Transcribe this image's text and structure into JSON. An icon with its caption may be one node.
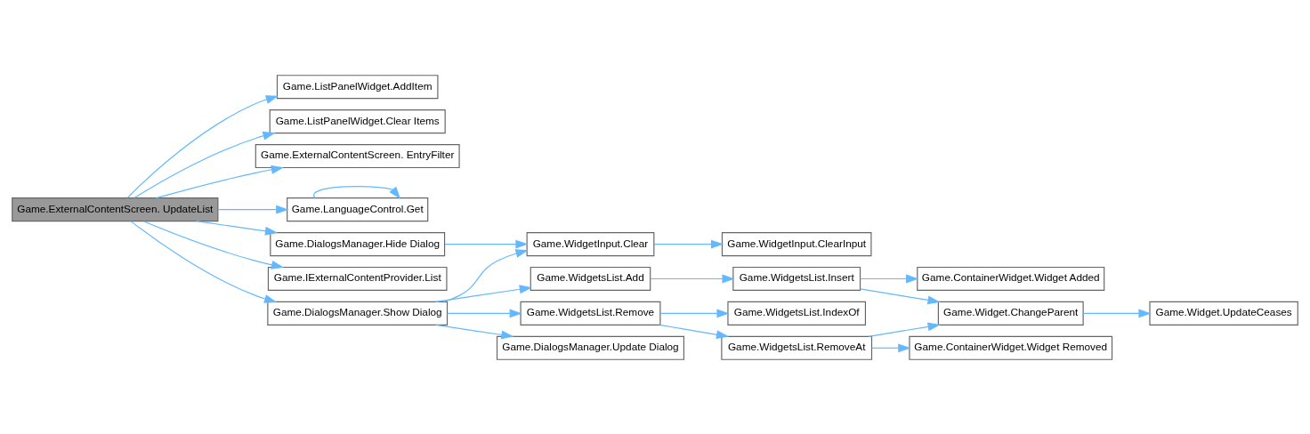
{
  "diagram": {
    "nodes": [
      {
        "text": [
          "Game.ExternalContentScreen. UpdateList"
        ]
      },
      {
        "text": [
          "Game.ListPanelWidget.AddItem"
        ]
      },
      {
        "text": [
          "Game.ListPanelWidget.Clear Items"
        ]
      },
      {
        "text": [
          "Game.ExternalContentScreen. EntryFilter"
        ]
      },
      {
        "text": [
          "Game.LanguageControl.Get"
        ]
      },
      {
        "text": [
          "Game.DialogsManager.Hide Dialog"
        ]
      },
      {
        "text": [
          "Game.IExternalContentProvider.List"
        ]
      },
      {
        "text": [
          "Game.DialogsManager.Show Dialog"
        ]
      },
      {
        "text": [
          "Game.WidgetInput.Clear"
        ]
      },
      {
        "text": [
          "Game.WidgetInput.ClearInput"
        ]
      },
      {
        "text": [
          "Game.WidgetsList.Add"
        ]
      },
      {
        "text": [
          "Game.WidgetsList.Remove"
        ]
      },
      {
        "text": [
          "Game.DialogsManager.Update Dialog"
        ]
      },
      {
        "text": [
          "Game.WidgetsList.Insert"
        ]
      },
      {
        "text": [
          "Game.WidgetsList.IndexOf"
        ]
      },
      {
        "text": [
          "Game.WidgetsList.RemoveAt"
        ]
      },
      {
        "text": [
          "Game.ContainerWidget.Widget Added"
        ]
      },
      {
        "text": [
          "Game.Widget.ChangeParent"
        ]
      },
      {
        "text": [
          "Game.ContainerWidget.Widget Removed"
        ]
      },
      {
        "text": [
          "Game.Widget.UpdateCeases"
        ]
      }
    ],
    "edges": [
      {
        "from": 0,
        "to": 1,
        "arrow": "to"
      },
      {
        "from": 0,
        "to": 2,
        "arrow": "to"
      },
      {
        "from": 0,
        "to": 3,
        "arrow": "to"
      },
      {
        "from": 0,
        "to": 4,
        "arrow": "to"
      },
      {
        "from": 0,
        "to": 5,
        "arrow": "to"
      },
      {
        "from": 0,
        "to": 6,
        "arrow": "to"
      },
      {
        "from": 0,
        "to": 7,
        "arrow": "to"
      },
      {
        "from": 4,
        "to": 4,
        "arrow": "to"
      },
      {
        "from": 5,
        "to": 8,
        "arrow": "to"
      },
      {
        "from": 7,
        "to": 8,
        "arrow": "to"
      },
      {
        "from": 7,
        "to": 10,
        "arrow": "to"
      },
      {
        "from": 7,
        "to": 11,
        "arrow": "to"
      },
      {
        "from": 7,
        "to": 12,
        "arrow": "to"
      },
      {
        "from": 8,
        "to": 9,
        "arrow": "to"
      },
      {
        "from": 10,
        "to": 13,
        "arrow": "to"
      },
      {
        "from": 11,
        "to": 14,
        "arrow": "to"
      },
      {
        "from": 11,
        "to": 15,
        "arrow": "to"
      },
      {
        "from": 13,
        "to": 16,
        "arrow": "to"
      },
      {
        "from": 13,
        "to": 17,
        "arrow": "to"
      },
      {
        "from": 15,
        "to": 17,
        "arrow": "to"
      },
      {
        "from": 15,
        "to": 18,
        "arrow": "to"
      },
      {
        "from": 17,
        "to": 19,
        "arrow": "to"
      }
    ]
  }
}
